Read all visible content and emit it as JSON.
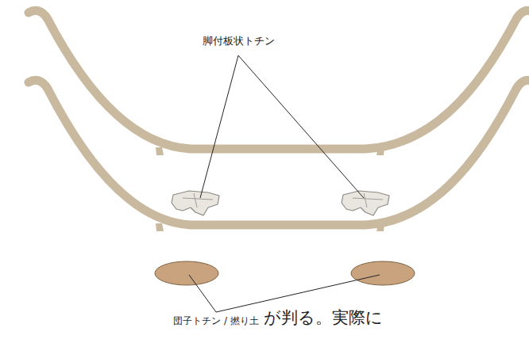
{
  "diagram": {
    "labels": [
      "脚付板状トチン",
      "団子トチン / 撚り土",
      "が判る。実際に"
    ]
  }
}
